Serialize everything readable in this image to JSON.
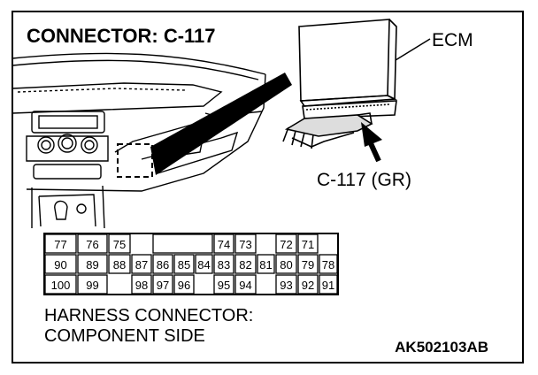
{
  "title": "CONNECTOR: C-117",
  "labels": {
    "ecm": "ECM",
    "connector": "C-117 (GR)",
    "caption_line1": "HARNESS CONNECTOR:",
    "caption_line2": "COMPONENT SIDE",
    "figure_code": "AK502103AB"
  },
  "connector": {
    "rows": [
      [
        "77",
        "76",
        "75",
        "",
        "74",
        "73",
        "72",
        "71"
      ],
      [
        "90",
        "89",
        "88",
        "87",
        "86",
        "85",
        "84",
        "83",
        "82",
        "81",
        "80",
        "79",
        "78"
      ],
      [
        "100",
        "99",
        "98",
        "97",
        "96",
        "95",
        "94",
        "93",
        "92",
        "91"
      ]
    ]
  },
  "colors": {
    "line": "#000000",
    "background": "#ffffff"
  }
}
